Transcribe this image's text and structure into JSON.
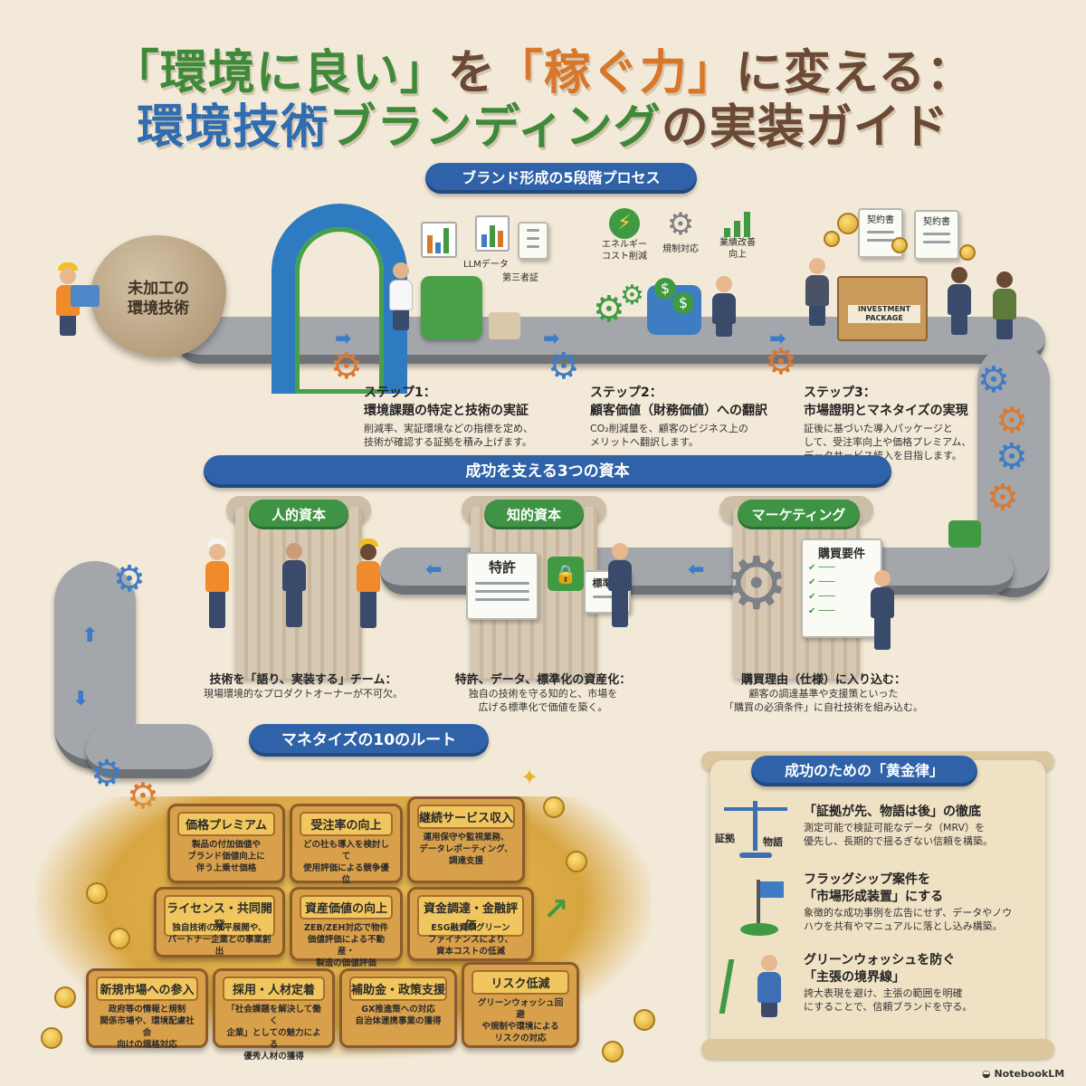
{
  "title": {
    "line1_parts": [
      "「環境に良い」",
      "を",
      "「稼ぐ力」",
      "に変える："
    ],
    "line2_parts": [
      "環境技術",
      "ブランディング",
      "の実装ガイド"
    ]
  },
  "process": {
    "heading": "ブランド形成の5段階プロセス",
    "rock_label": "未加工の\n環境技術",
    "icons": {
      "llm_data": "LLMデータ",
      "third_party": "第三者証",
      "energy_cost": "エネルギー\nコスト削減",
      "regulation": "規制対応",
      "improvement": "業績改善\n向上",
      "contract": "契約書"
    },
    "box_label": "INVESTMENT\nPACKAGE",
    "steps": [
      {
        "head": "ステップ1：\n環境課題の特定と技術の実証",
        "body": "削減率、実証環境などの指標を定め、\n技術が確認する証拠を積み上げます。"
      },
      {
        "head": "ステップ2：\n顧客価値（財務価値）への翻訳",
        "body": "CO₂削減量を、顧客のビジネス上の\nメリットへ翻訳します。"
      },
      {
        "head": "ステップ3：\n市場證明とマネタイズの実現",
        "body": "証後に基づいた導入パッケージと\nして、受注率向上や価格プレミアム、\nデータサービス統入を目指します。"
      }
    ]
  },
  "capitals": {
    "heading": "成功を支える3つの資本",
    "items": [
      {
        "label": "人的資本",
        "head": "技術を「語り、実装する」チーム：",
        "body": "現場環境的なプロダクトオーナーが不可欠。"
      },
      {
        "label": "知的資本",
        "head": "特許、データ、標準化の資産化：",
        "body": "独自の技術を守る知的と、市場を\n広げる標準化で価値を築く。",
        "doc1": "特許",
        "doc2": "標準化"
      },
      {
        "label": "マーケティング",
        "head": "購買理由（仕様）に入り込む：",
        "body": "顧客の調達基準や支援策といった\n「購買の必須条件」に自社技術を組み込む。",
        "doc": "購買要件"
      }
    ]
  },
  "monetize": {
    "heading": "マネタイズの10のルート",
    "routes": [
      {
        "title": "価格プレミアム",
        "body": "製品の付加価値や\nブランド価値向上に\n伴う上乗せ価格"
      },
      {
        "title": "受注率の向上",
        "body": "どの社も導入を検討して\n使用評価による競争優位"
      },
      {
        "title": "継続サービス収入",
        "body": "運用保守や監視業務、\nデータレポーティング、\n調達支援"
      },
      {
        "title": "ライセンス・共同開発",
        "body": "独自技術の水平展開や、\nパートナー企業との事業創出"
      },
      {
        "title": "資産価値の向上",
        "body": "ZEB/ZEH対応で物件\n価値評価による不動産・\n製造の価値評価"
      },
      {
        "title": "資金調達・金融評価",
        "body": "ESG融資やグリーン\nファイナンスにより、\n資本コストの低減"
      },
      {
        "title": "新規市場への参入",
        "body": "政府等の情報と規制\n関係市場や、環境配慮社会\n向けの規格対応"
      },
      {
        "title": "採用・人材定着",
        "body": "「社会課題を解決して働く\n企業」としての魅力による\n優秀人材の獲得"
      },
      {
        "title": "補助金・政策支援",
        "body": "GX推進策への対応\n自治体連携事業の獲得"
      },
      {
        "title": "リスク低減",
        "body": "グリーンウォッシュ回避\nや規制や環境による\nリスクの対応"
      }
    ]
  },
  "rules": {
    "heading": "成功のための「黄金律」",
    "scale_left": "証拠",
    "scale_right": "物語",
    "items": [
      {
        "head": "「証拠が先、物語は後」の徹底",
        "body": "測定可能で検証可能なデータ（MRV）を\n優先し、長期的で揺るぎない信頼を構築。"
      },
      {
        "head": "フラッグシップ案件を\n「市場形成装置」にする",
        "body": "象徴的な成功事例を広告にせず、データやノウ\nハウを共有やマニュアルに落とし込み構築。"
      },
      {
        "head": "グリーンウォッシュを防ぐ\n「主張の境界線」",
        "body": "誇大表現を避け、主張の範囲を明確\nにすることで、信頼ブランドを守る。"
      }
    ]
  },
  "footer": "NotebookLM",
  "colors": {
    "background": "#f3e9d8",
    "blue": "#2f62a8",
    "green": "#3f9345",
    "orange": "#d8772a"
  }
}
